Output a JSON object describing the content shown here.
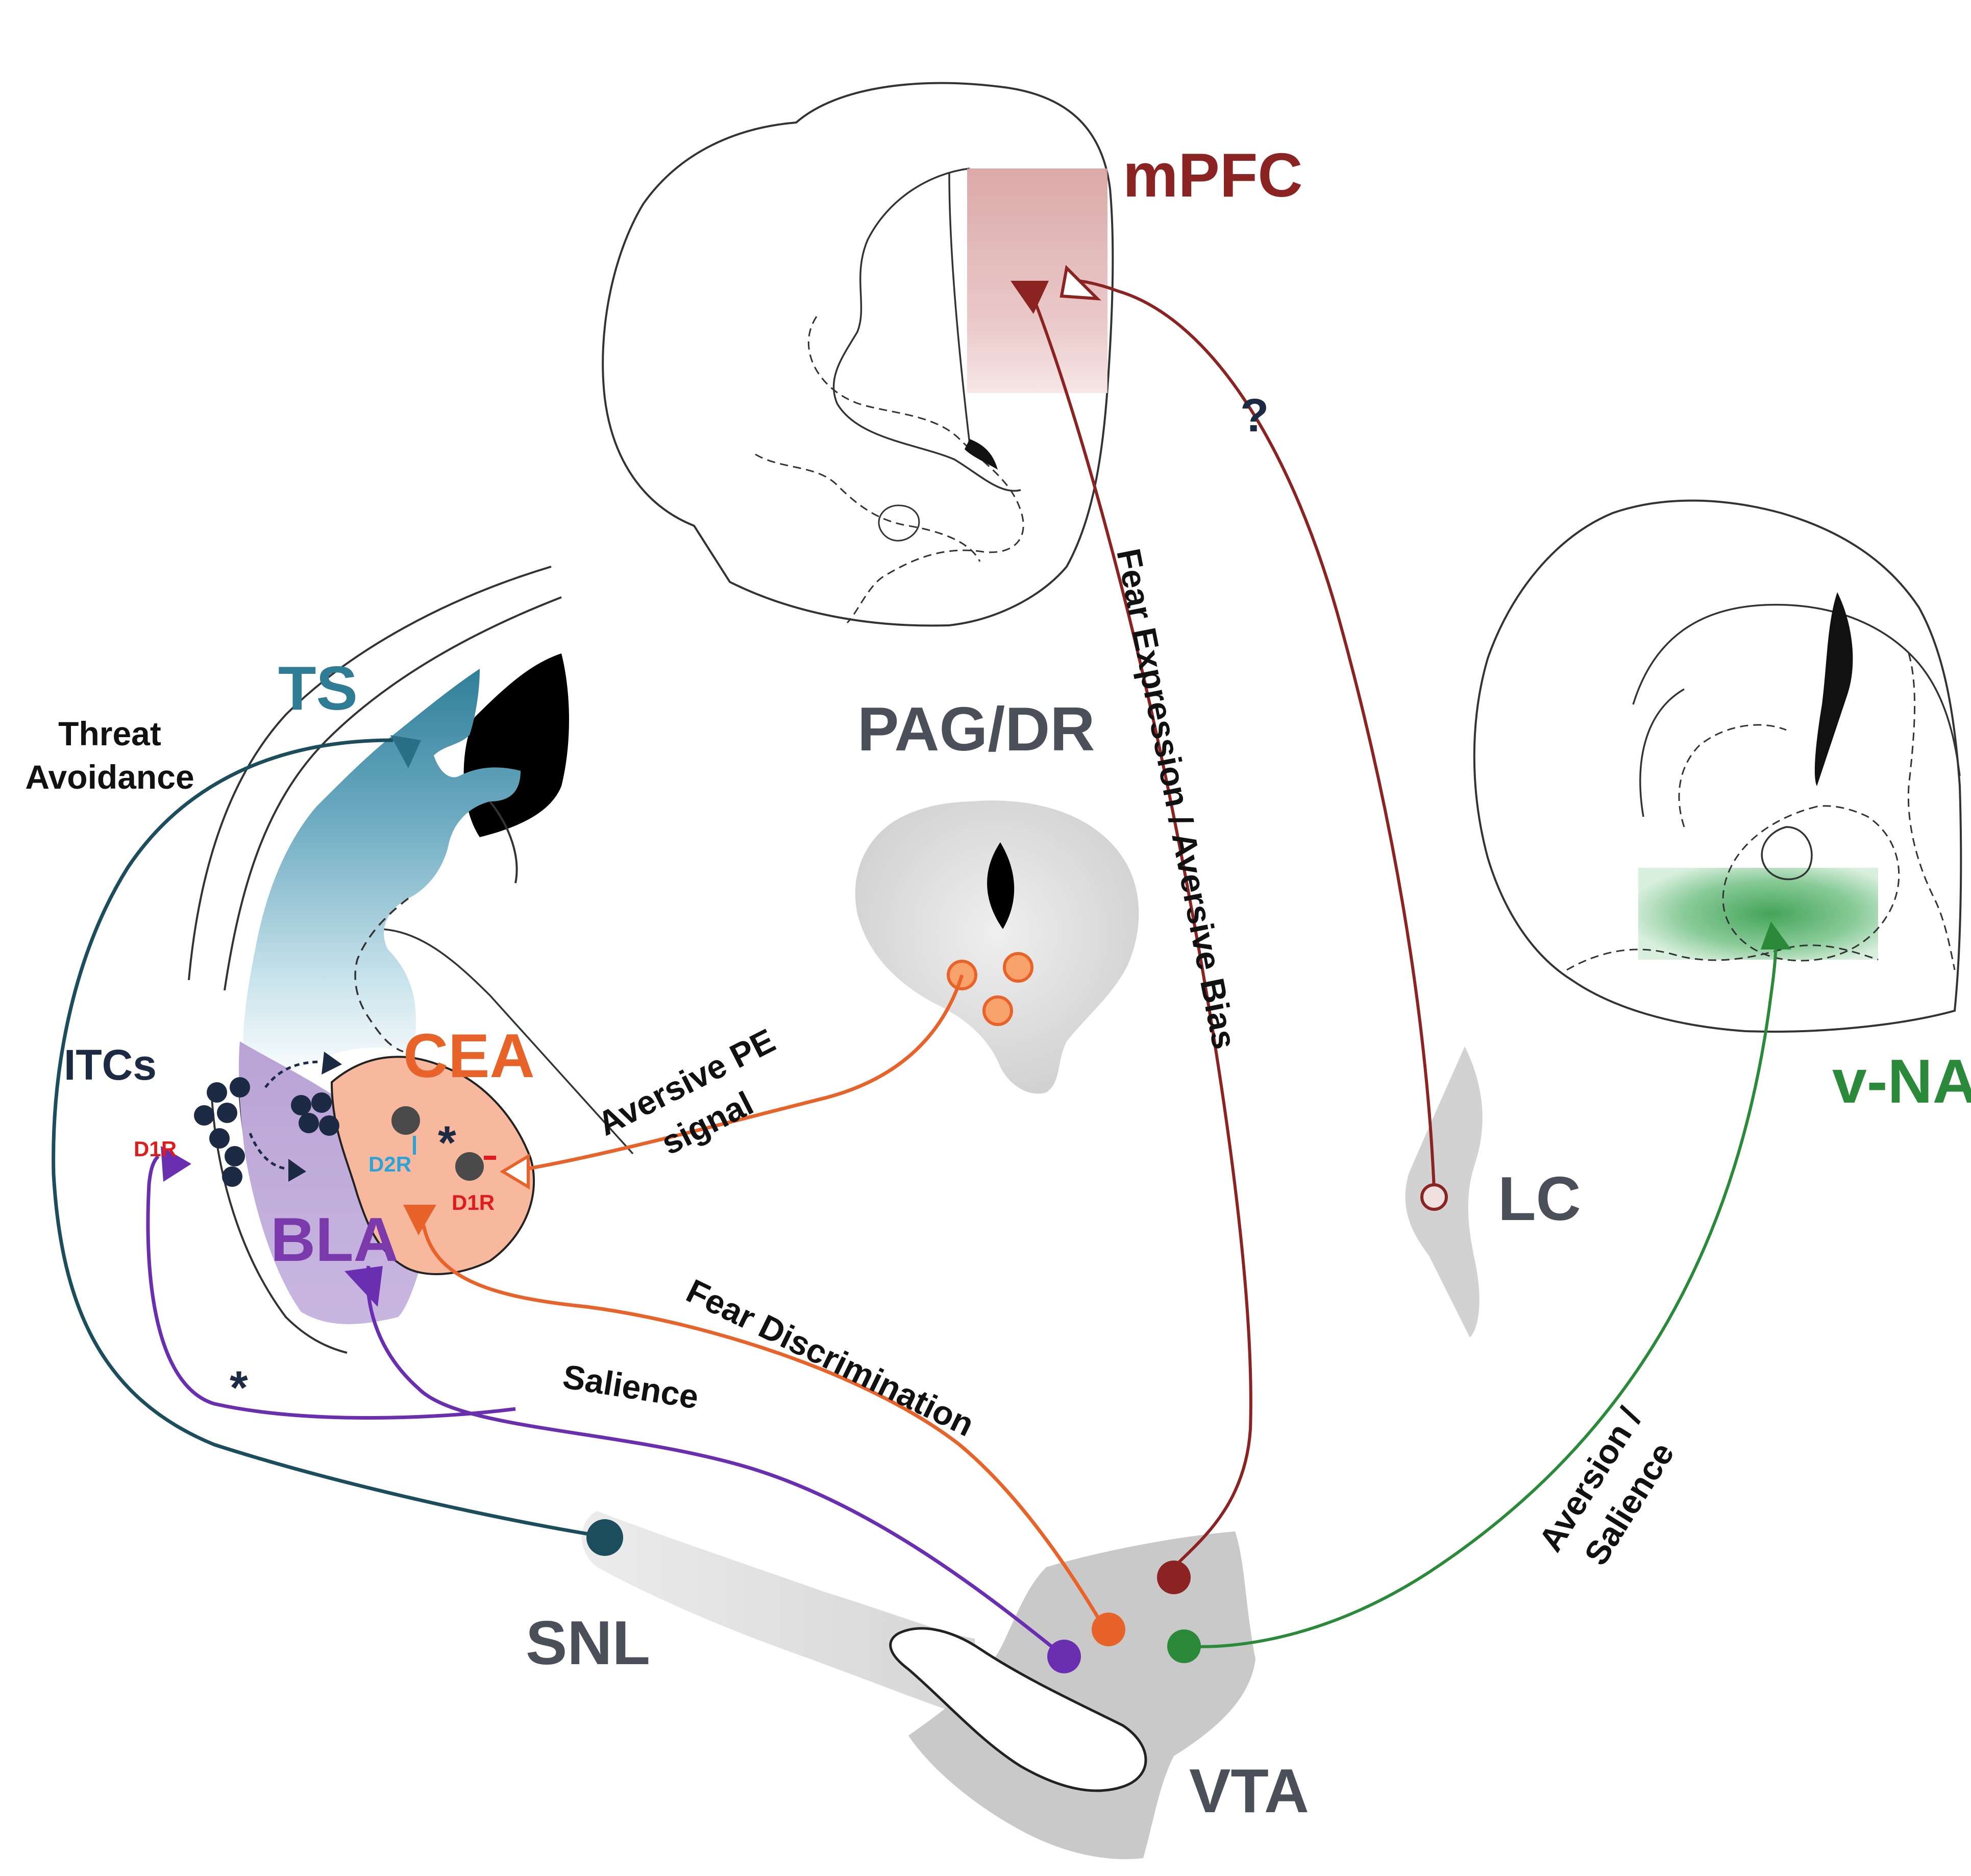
{
  "colors": {
    "mpfc": "#8b2323",
    "ts": "#2e7d95",
    "cea": "#e8632a",
    "bla": "#7a3aab",
    "vnac": "#2a8a3a",
    "snl_path": "#1b4d5c",
    "salience_path": "#6a2fb0",
    "gray_text": "#4a4f5a",
    "receptor_red": "#e01b1b",
    "receptor_blue": "#29a3d8",
    "dark_cells": "#1c2a44"
  },
  "regions": {
    "mpfc": "mPFC",
    "ts": "TS",
    "pag_dr": "PAG/DR",
    "cea": "CEA",
    "itcs": "ITCs",
    "bla": "BLA",
    "lc": "LC",
    "vnac": "v-NAc",
    "snl": "SNL",
    "vta": "VTA"
  },
  "receptors": {
    "d1r_itc": "D1R",
    "d2r_cea": "D2R",
    "d1r_cea": "D1R"
  },
  "pathways": {
    "threat_line1": "Threat",
    "threat_line2": "Avoidance",
    "aversive_pe_line1": "Aversive PE",
    "aversive_pe_line2": "signal",
    "fear_expression": "Fear Expression / Aversive Bias",
    "question": "?",
    "fear_discrimination": "Fear Discrimination",
    "salience": "Salience",
    "aversion_line1": "Aversion /",
    "aversion_line2": "Salience"
  },
  "marks": {
    "asterisk": "*",
    "minus": "-"
  }
}
